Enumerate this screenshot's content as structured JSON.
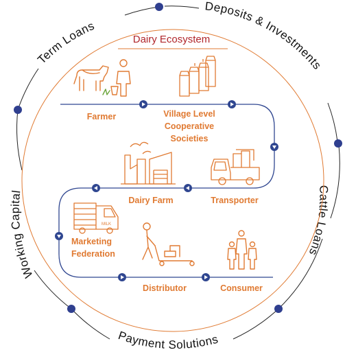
{
  "title": "Dairy Ecosystem",
  "ring_labels": {
    "term_loans": "Term Loans",
    "deposits": "Deposits & Investments",
    "cattle_loans": "Cattle Loans",
    "payment_solutions": "Payment Solutions",
    "working_capital": "Working Capital"
  },
  "nodes": {
    "farmer": "Farmer",
    "village_line1": "Village Level",
    "village_line2": "Cooperative",
    "village_line3": "Societies",
    "transporter": "Transporter",
    "dairy_farm": "Dairy Farm",
    "marketing_line1": "Marketing",
    "marketing_line2": "Federation",
    "distributor": "Distributor",
    "consumer": "Consumer"
  },
  "truck_text": "MILK",
  "colors": {
    "accent_orange": "#e07a32",
    "flow_blue": "#2f4690",
    "title_red": "#b0262b",
    "ring_dark": "#111111"
  }
}
